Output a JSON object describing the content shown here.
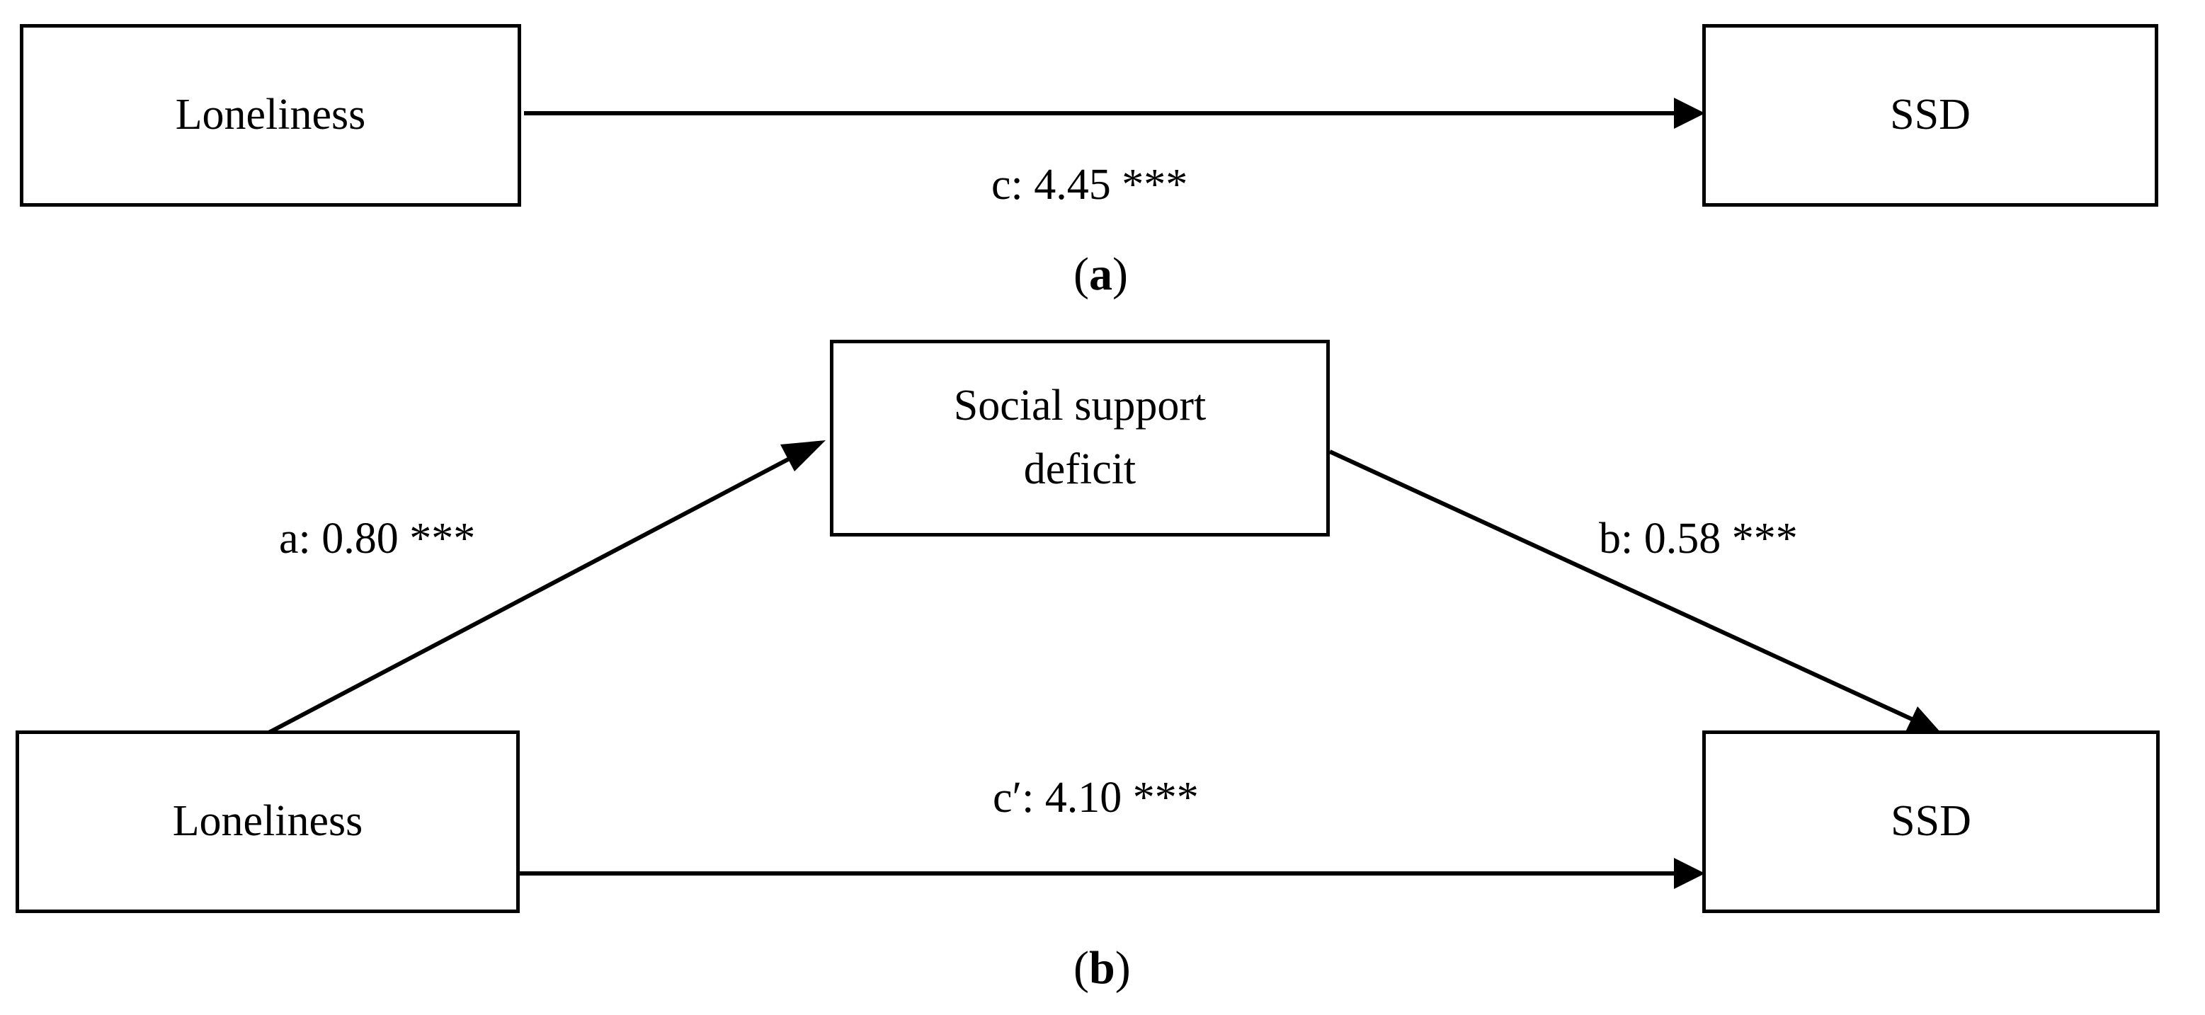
{
  "panel_a": {
    "predictor": "Loneliness",
    "outcome": "SSD",
    "path_c": "c: 4.45 ***",
    "label_open": "(",
    "label_letter": "a",
    "label_close": ")"
  },
  "panel_b": {
    "predictor": "Loneliness",
    "mediator_line1": "Social support",
    "mediator_line2": "deficit",
    "outcome": "SSD",
    "path_a": "a: 0.80 ***",
    "path_b": "b: 0.58 ***",
    "path_c_prime": "c′: 4.10 ***",
    "label_open": "(",
    "label_letter": "b",
    "label_close": ")"
  },
  "colors": {
    "stroke": "#000000",
    "background": "#ffffff"
  }
}
